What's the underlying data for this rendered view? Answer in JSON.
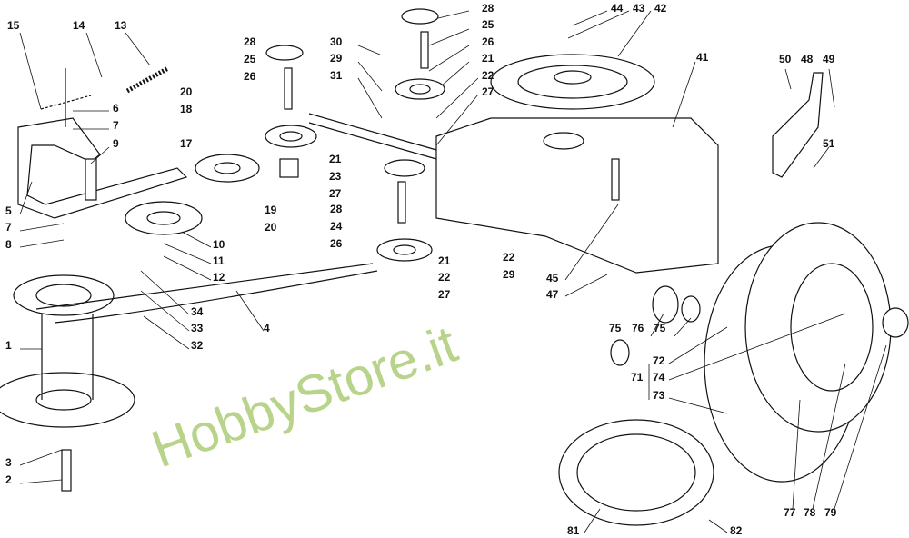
{
  "watermark": "HobbyStore.it",
  "callouts": [
    {
      "id": "c15",
      "text": "15"
    },
    {
      "id": "c14",
      "text": "14"
    },
    {
      "id": "c13",
      "text": "13"
    },
    {
      "id": "c6",
      "text": "6"
    },
    {
      "id": "c7a",
      "text": "7"
    },
    {
      "id": "c9",
      "text": "9"
    },
    {
      "id": "c5",
      "text": "5"
    },
    {
      "id": "c7b",
      "text": "7"
    },
    {
      "id": "c8",
      "text": "8"
    },
    {
      "id": "c10",
      "text": "10"
    },
    {
      "id": "c11",
      "text": "11"
    },
    {
      "id": "c12",
      "text": "12"
    },
    {
      "id": "c34",
      "text": "34"
    },
    {
      "id": "c33",
      "text": "33"
    },
    {
      "id": "c32",
      "text": "32"
    },
    {
      "id": "c4",
      "text": "4"
    },
    {
      "id": "c1",
      "text": "1"
    },
    {
      "id": "c3",
      "text": "3"
    },
    {
      "id": "c2",
      "text": "2"
    },
    {
      "id": "c20a",
      "text": "20"
    },
    {
      "id": "c18",
      "text": "18"
    },
    {
      "id": "c17",
      "text": "17"
    },
    {
      "id": "c28a",
      "text": "28"
    },
    {
      "id": "c25a",
      "text": "25"
    },
    {
      "id": "c26a",
      "text": "26"
    },
    {
      "id": "c21a",
      "text": "21"
    },
    {
      "id": "c23",
      "text": "23"
    },
    {
      "id": "c27a",
      "text": "27"
    },
    {
      "id": "c19",
      "text": "19"
    },
    {
      "id": "c20b",
      "text": "20"
    },
    {
      "id": "c30",
      "text": "30"
    },
    {
      "id": "c29a",
      "text": "29"
    },
    {
      "id": "c31",
      "text": "31"
    },
    {
      "id": "c28b",
      "text": "28"
    },
    {
      "id": "c25b",
      "text": "25"
    },
    {
      "id": "c26b",
      "text": "26"
    },
    {
      "id": "c21b",
      "text": "21"
    },
    {
      "id": "c22a",
      "text": "22"
    },
    {
      "id": "c27b",
      "text": "27"
    },
    {
      "id": "c28c",
      "text": "28"
    },
    {
      "id": "c24",
      "text": "24"
    },
    {
      "id": "c26c",
      "text": "26"
    },
    {
      "id": "c21c",
      "text": "21"
    },
    {
      "id": "c22b",
      "text": "22"
    },
    {
      "id": "c27c",
      "text": "27"
    },
    {
      "id": "c44",
      "text": "44"
    },
    {
      "id": "c43",
      "text": "43"
    },
    {
      "id": "c42",
      "text": "42"
    },
    {
      "id": "c41",
      "text": "41"
    },
    {
      "id": "c22c",
      "text": "22"
    },
    {
      "id": "c29b",
      "text": "29"
    },
    {
      "id": "c45",
      "text": "45"
    },
    {
      "id": "c47",
      "text": "47"
    },
    {
      "id": "c50",
      "text": "50"
    },
    {
      "id": "c48",
      "text": "48"
    },
    {
      "id": "c49",
      "text": "49"
    },
    {
      "id": "c51",
      "text": "51"
    },
    {
      "id": "c75a",
      "text": "75"
    },
    {
      "id": "c76",
      "text": "76"
    },
    {
      "id": "c75b",
      "text": "75"
    },
    {
      "id": "c72",
      "text": "72"
    },
    {
      "id": "c74",
      "text": "74"
    },
    {
      "id": "c71",
      "text": "71"
    },
    {
      "id": "c73",
      "text": "73"
    },
    {
      "id": "c81",
      "text": "81"
    },
    {
      "id": "c82",
      "text": "82"
    },
    {
      "id": "c77",
      "text": "77"
    },
    {
      "id": "c78",
      "text": "78"
    },
    {
      "id": "c79",
      "text": "79"
    }
  ]
}
